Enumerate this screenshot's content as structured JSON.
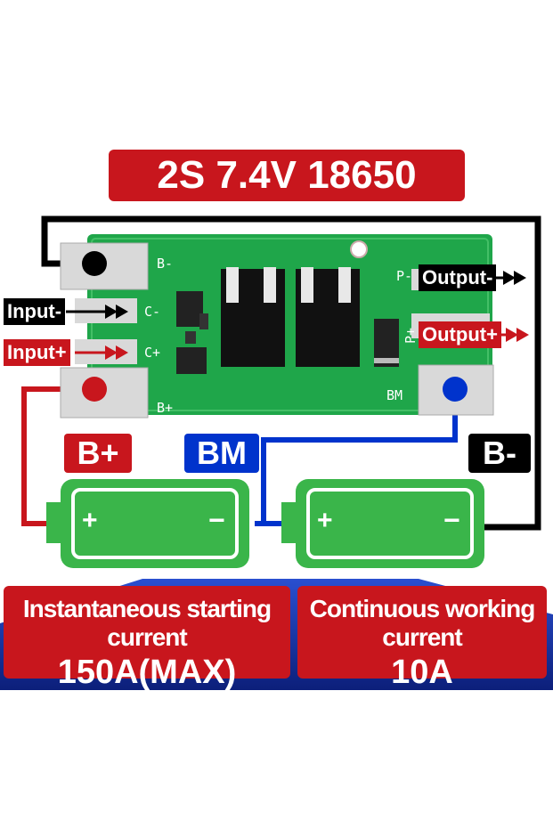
{
  "title": "2S 7.4V 18650 BMS",
  "io": {
    "input_minus": "Input-",
    "input_plus": "Input+",
    "output_minus": "Output-",
    "output_plus": "Output+"
  },
  "pcb_labels": {
    "b_minus": "B-",
    "c_minus": "C-",
    "c_plus": "C+",
    "b_plus": "B+",
    "p_minus": "P-",
    "p_plus": "P+",
    "bm": "BM"
  },
  "badges": {
    "b_plus": "B+",
    "bm": "BM",
    "b_minus": "B-"
  },
  "battery": {
    "plus_sign": "+",
    "minus_sign": "−"
  },
  "specs": {
    "left_label": "Instantaneous starting current",
    "left_value": "150A(MAX)",
    "right_label": "Continuous working current",
    "right_value": "10A"
  },
  "colors": {
    "accent_red": "#c8161d",
    "pcb_green": "#1fa64a",
    "battery_green": "#3ab54a",
    "wire_blue": "#0033cc"
  }
}
